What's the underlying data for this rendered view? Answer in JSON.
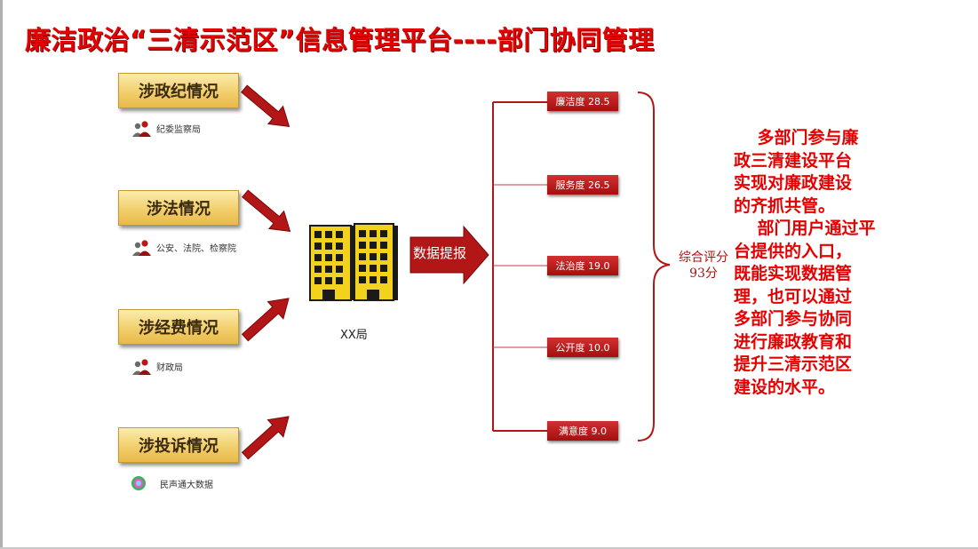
{
  "title": "廉洁政治“三清示范区”信息管理平台----部门协同管理",
  "categories": [
    {
      "label": "涉政纪情况",
      "dept": "纪委监察局",
      "icon": "people-icon"
    },
    {
      "label": "涉法情况",
      "dept": "公安、法院、检察院",
      "icon": "people-icon"
    },
    {
      "label": "涉经费情况",
      "dept": "财政局",
      "icon": "people-icon"
    },
    {
      "label": "涉投诉情况",
      "dept": "民声通大数据",
      "icon": "circle-logo-icon"
    }
  ],
  "center": {
    "label": "XX局",
    "icon": "office-buildings-icon"
  },
  "submit_label": "数据提报",
  "scores": [
    {
      "label": "廉洁度 28.5"
    },
    {
      "label": "服务度 26.5"
    },
    {
      "label": "法治度 19.0"
    },
    {
      "label": "公开度 10.0"
    },
    {
      "label": "满意度 9.0"
    }
  ],
  "total": {
    "line1": "综合评分",
    "line2": "93分"
  },
  "description": "    多部门参与廉\n政三清建设平台\n实现对廉政建设\n的齐抓共管。\n    部门用户通过平\n台提供的入口，\n既能实现数据管\n理，也可以通过\n多部门参与协同\n进行廉政教育和\n提升三清示范区\n建设的水平。",
  "colors": {
    "accent": "#e60000",
    "dark_red": "#a40f0f",
    "button_gold": "#f2cf6c",
    "building_yellow": "#f2d21c"
  }
}
